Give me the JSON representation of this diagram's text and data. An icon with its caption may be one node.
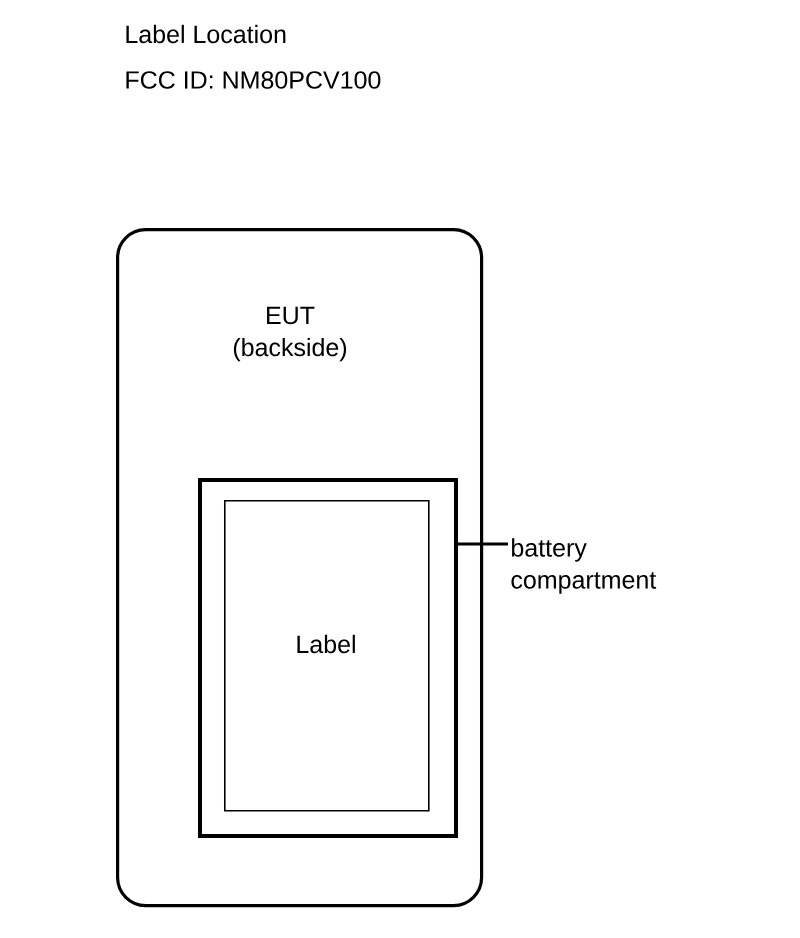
{
  "diagram": {
    "title": "Label Location",
    "nodes": [
      {
        "text": [
          "EUT (backside)"
        ]
      },
      {
        "text": [],
        "shape": "box",
        "in": 0
      },
      {
        "text": [
          "Label"
        ],
        "in": 1
      },
      {
        "text": [
          "battery compartment"
        ]
      }
    ],
    "edges": [
      {
        "from": 3,
        "to": 1,
        "arrow": "none"
      }
    ],
    "labels": [
      "FCC ID: NM80PCV100"
    ]
  }
}
